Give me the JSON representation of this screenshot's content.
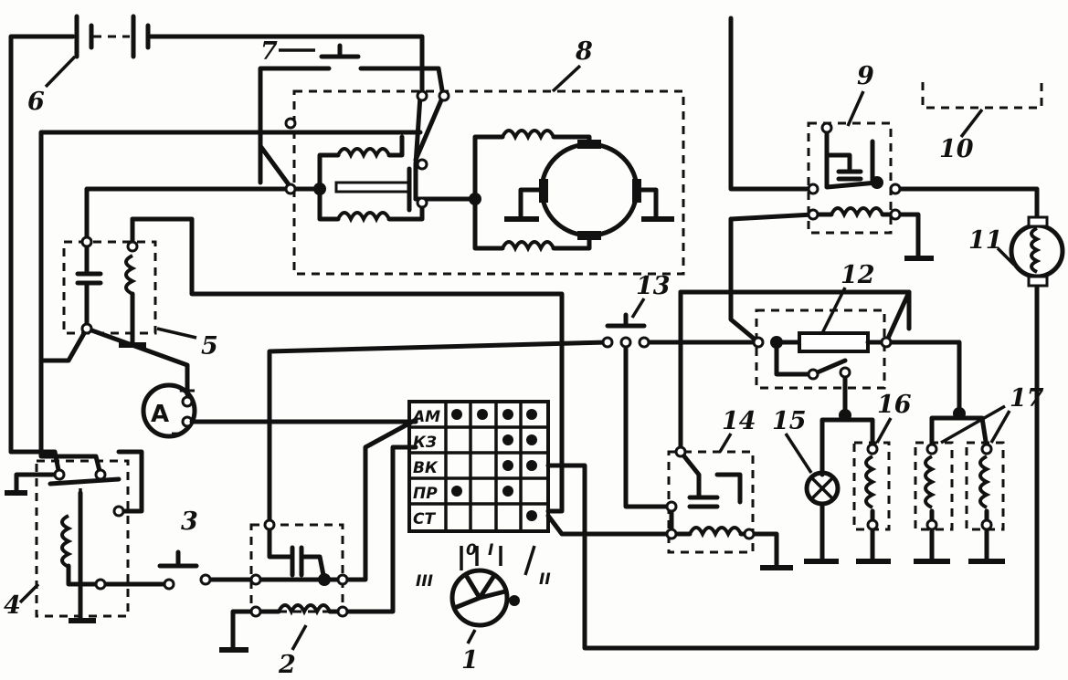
{
  "labels": {
    "n1": "1",
    "n2": "2",
    "n3": "3",
    "n4": "4",
    "n5": "5",
    "n6": "6",
    "n7": "7",
    "n8": "8",
    "n9": "9",
    "n10": "10",
    "n11": "11",
    "n12": "12",
    "n13": "13",
    "n14": "14",
    "n15": "15",
    "n16": "16",
    "n17": "17"
  },
  "switch_table": {
    "rows": [
      "АМ",
      "КЗ",
      "ВК",
      "ПР",
      "СТ"
    ]
  },
  "switch_positions": {
    "p0": "0",
    "pI": "I",
    "pII": "II",
    "pIII": "III"
  },
  "ammeter": {
    "symbol": "A",
    "plus": "+",
    "minus": "_"
  }
}
